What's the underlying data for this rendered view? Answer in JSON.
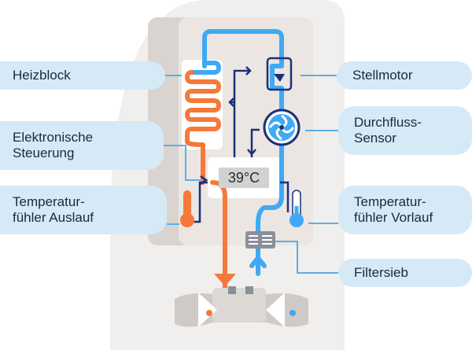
{
  "display": {
    "temperature": "39°C"
  },
  "labels": {
    "heizblock": "Heizblock",
    "steuerung": "Elektronische\nSteuerung",
    "fuehler_auslauf": "Temperatur-\nfühler Auslauf",
    "stellmotor": "Stellmotor",
    "durchfluss": "Durchfluss-\nSensor",
    "fuehler_vorlauf": "Temperatur-\nfühler Vorlauf",
    "filtersieb": "Filtersieb"
  },
  "colors": {
    "cold": "#3fa9f5",
    "hot": "#f5793a",
    "control": "#1c2f7a",
    "label_bg": "#d6e9f6",
    "label_line": "#5aaee8"
  },
  "icons": [
    "fan-icon",
    "thermometer-hot-icon",
    "thermometer-cold-icon",
    "filter-icon",
    "valve-icon"
  ]
}
